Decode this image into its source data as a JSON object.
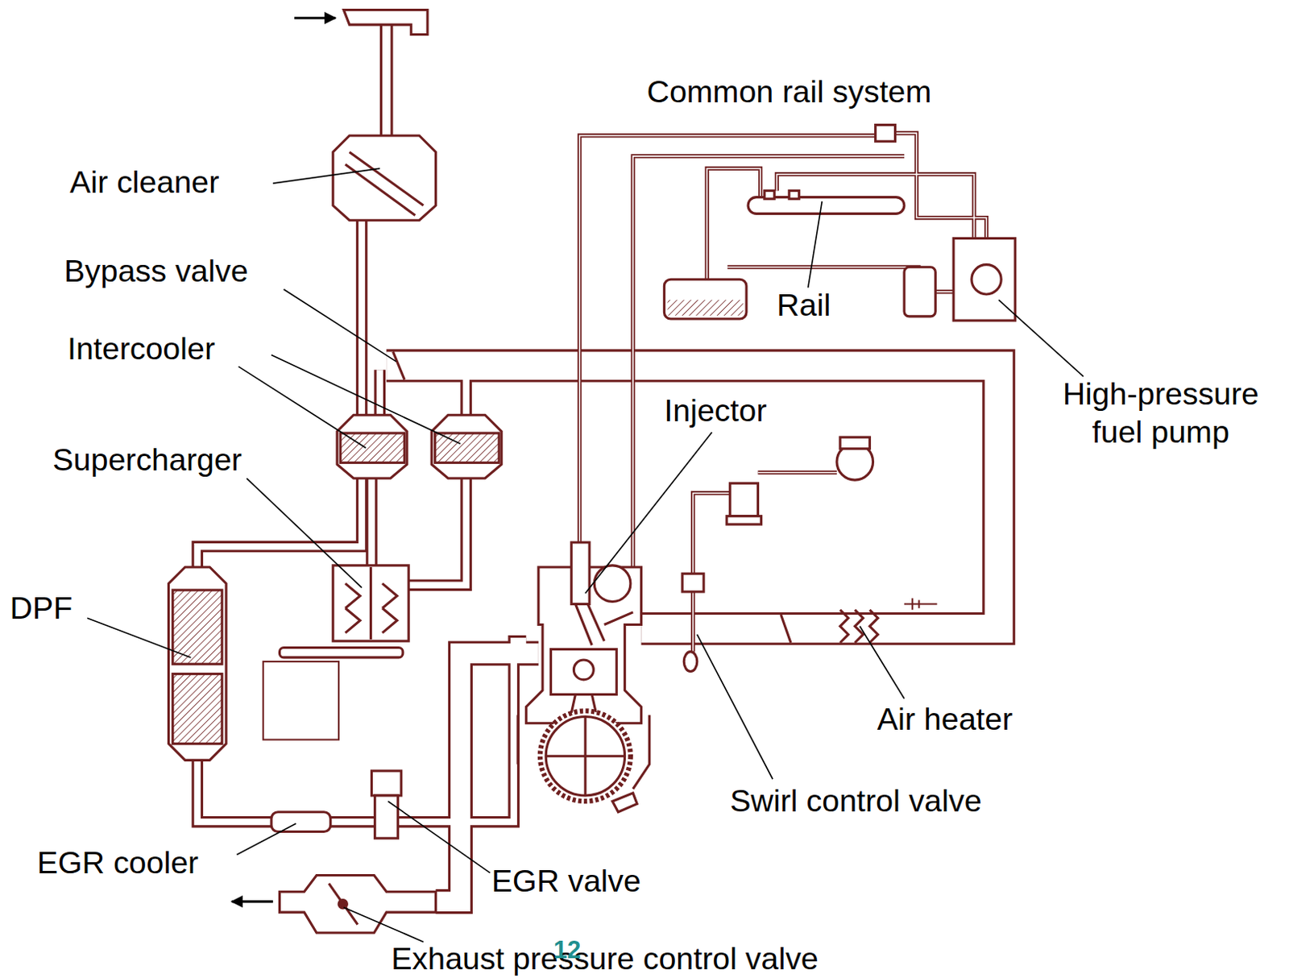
{
  "diagram": {
    "labels": [
      "Common rail system",
      "Air cleaner",
      "Bypass valve",
      "Intercooler",
      "Supercharger",
      "DPF",
      "EGR cooler",
      "EGR valve",
      "Exhaust pressure control valve",
      "12",
      "Rail",
      "High-pressure fuel pump",
      "Injector",
      "Air heater",
      "Swirl control valve"
    ]
  }
}
